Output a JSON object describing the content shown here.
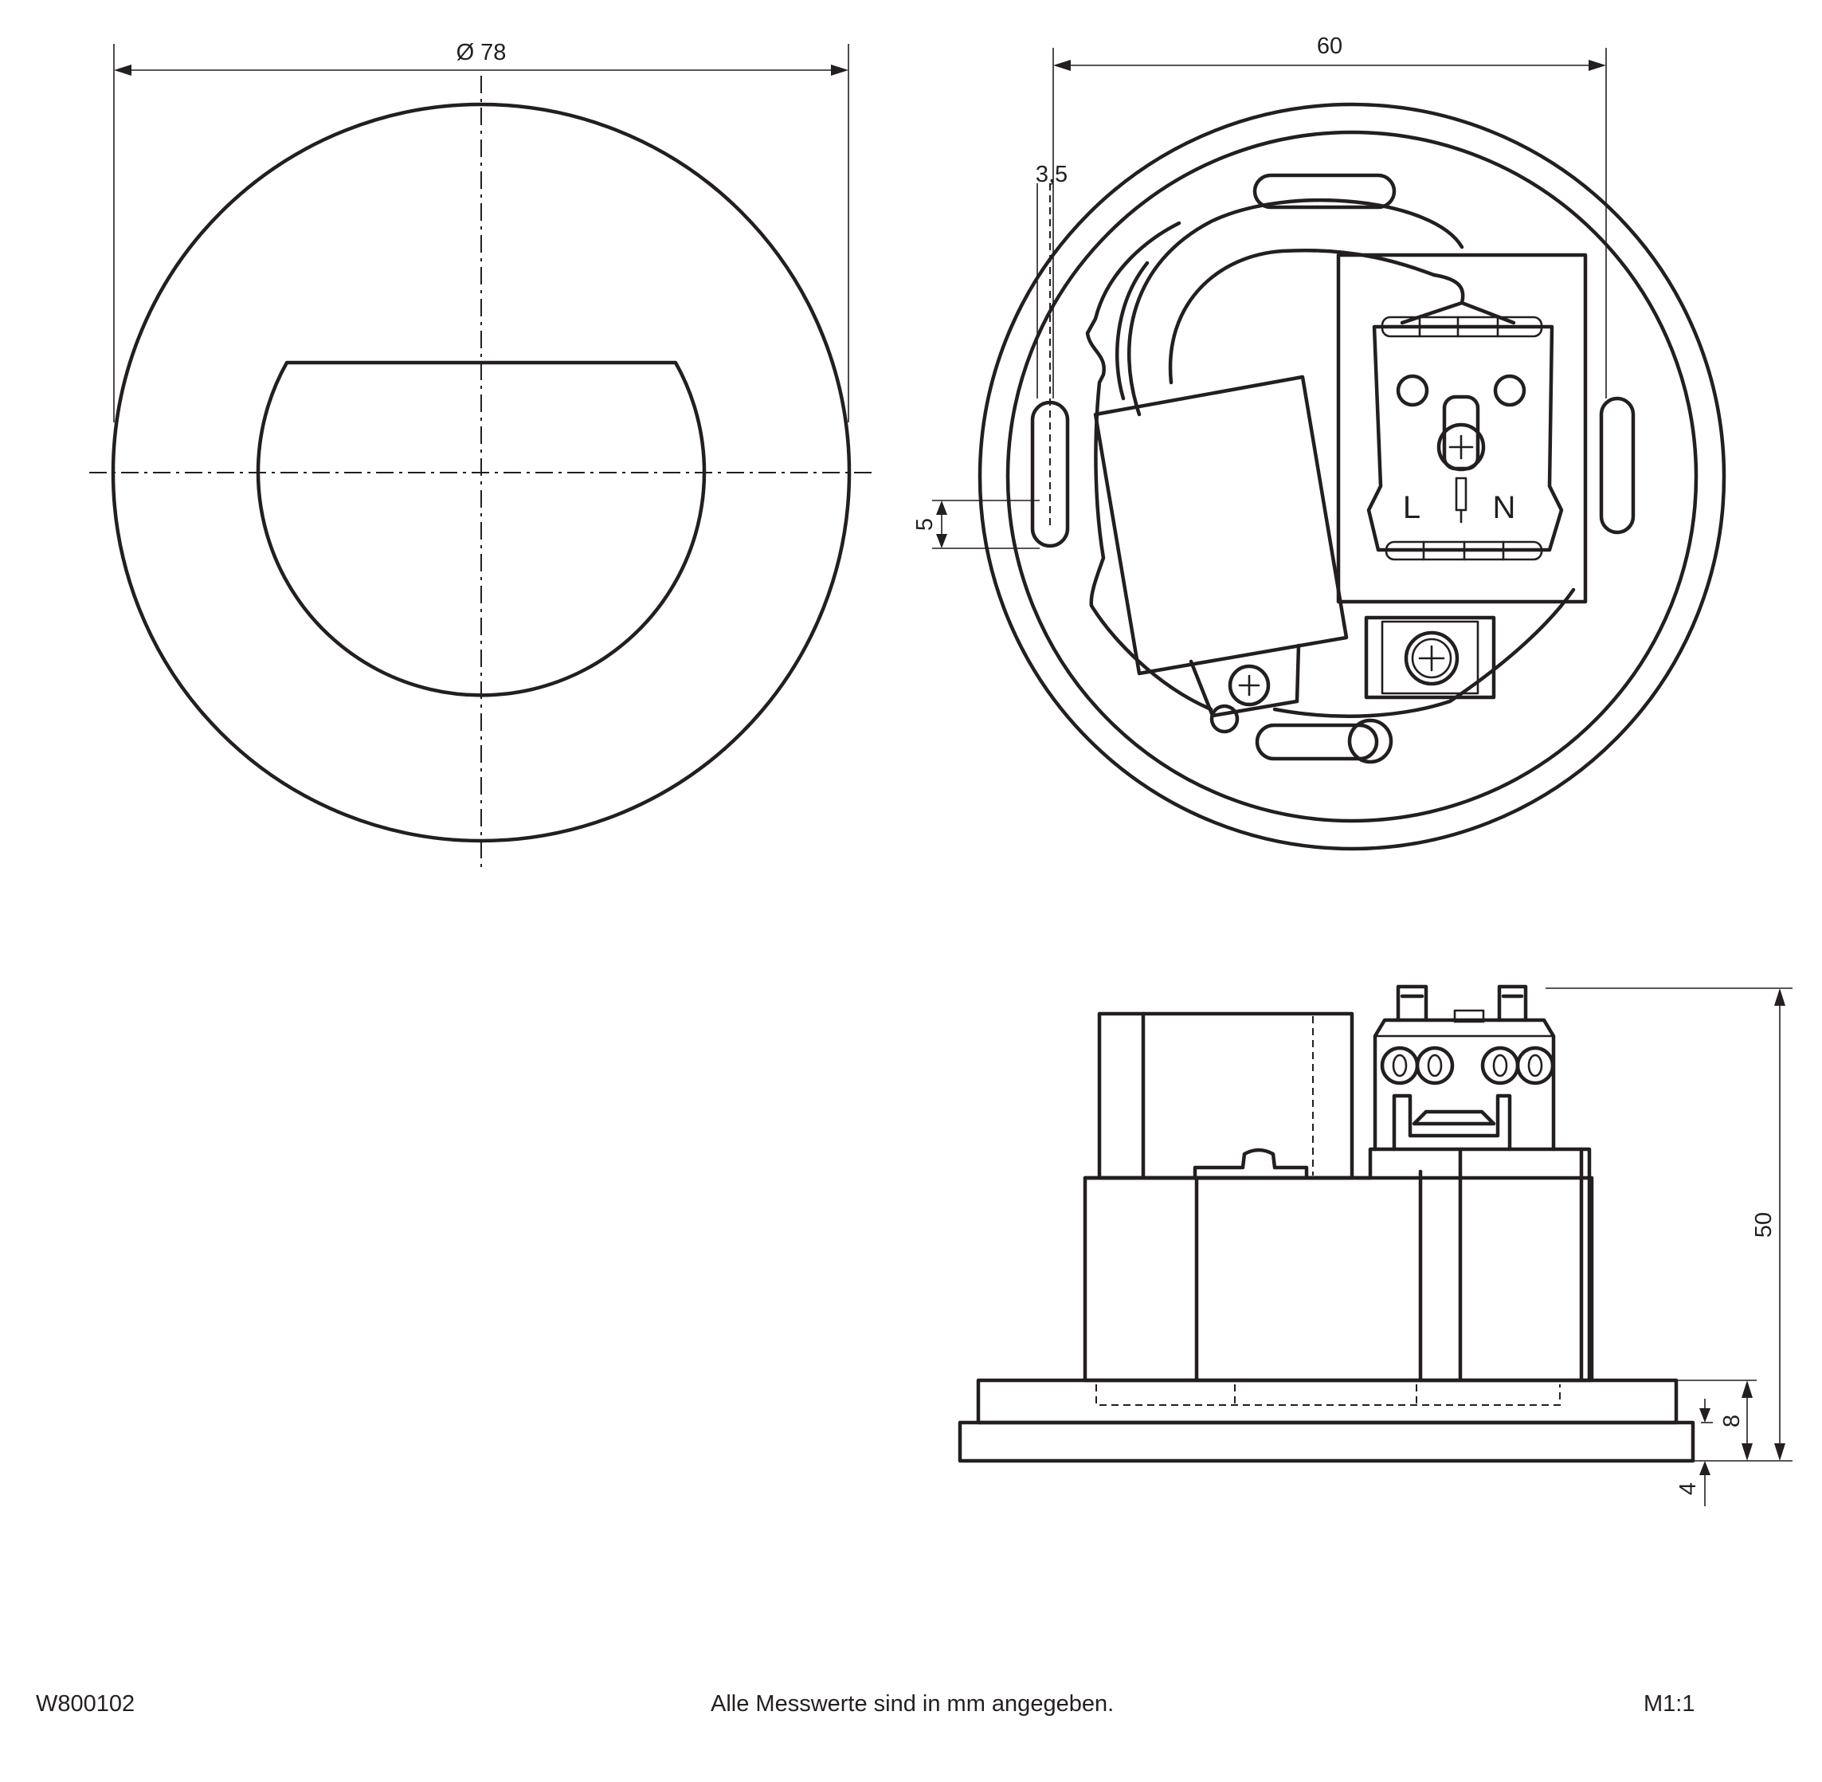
{
  "dimensions": {
    "diameter": "Ø 78",
    "width": "60",
    "slot_offset": "3,5",
    "slot_height": "5",
    "total_height": "50",
    "flange_height": "8",
    "cover_thickness": "4"
  },
  "terminal_labels": {
    "live": "L",
    "neutral": "N"
  },
  "footer": {
    "article_number": "W800102",
    "note": "Alle Messwerte sind in mm angegeben.",
    "scale": "M1:1"
  }
}
